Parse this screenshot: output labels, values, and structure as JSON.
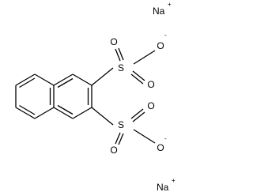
{
  "molecule": {
    "atoms": {
      "S": "S",
      "O": "O",
      "Na": "Na"
    },
    "charges": {
      "plus": "+",
      "minus": "-"
    }
  }
}
